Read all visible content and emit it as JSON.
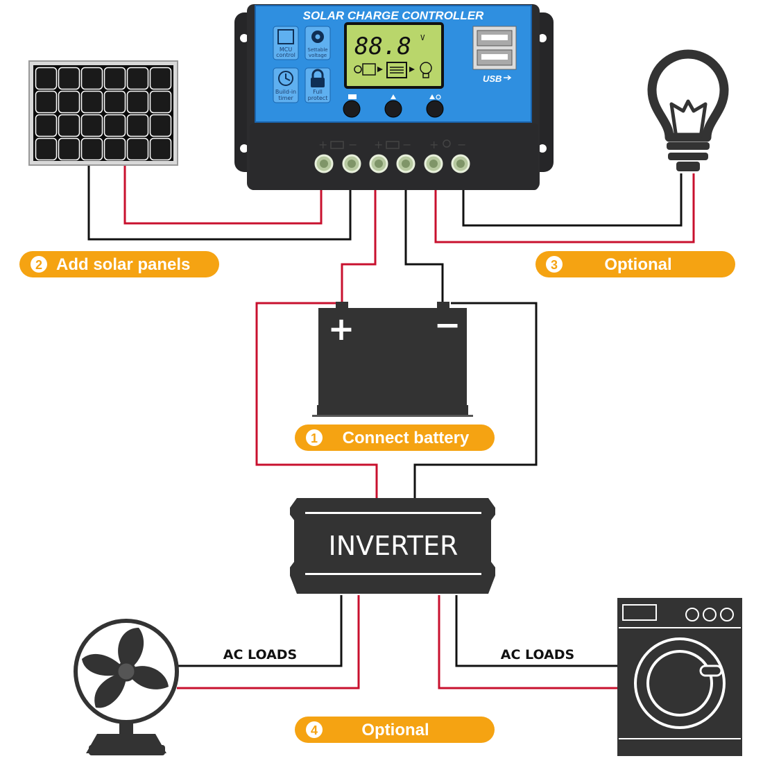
{
  "controller": {
    "title": "SOLAR CHARGE CONTROLLER",
    "display_value": "88.8",
    "display_unit": "V",
    "features": [
      {
        "icon": "chip-icon",
        "label_line1": "MCU",
        "label_line2": "control"
      },
      {
        "icon": "gear-icon",
        "label_line1": "Settable",
        "label_line2": "voltage"
      },
      {
        "icon": "clock-icon",
        "label_line1": "Build-in",
        "label_line2": "timer"
      },
      {
        "icon": "lock-icon",
        "label_line1": "Full",
        "label_line2": "protect"
      }
    ],
    "usb_label": "USB",
    "terminal_groups": [
      "solar",
      "battery",
      "load"
    ]
  },
  "steps": {
    "step1": {
      "number": "1",
      "label": "Connect battery"
    },
    "step2": {
      "number": "2",
      "label": "Add solar panels"
    },
    "step3": {
      "number": "3",
      "label": "Optional"
    },
    "step4": {
      "number": "4",
      "label": "Optional"
    }
  },
  "inverter": {
    "label": "INVERTER"
  },
  "loads": {
    "left_label": "AC LOADS",
    "right_label": "AC LOADS"
  },
  "battery": {
    "plus": "+",
    "minus": "−"
  },
  "colors": {
    "pill": "#f5a312",
    "wire_red": "#c8102e",
    "wire_black": "#111111",
    "controller_body": "#2c2c2e",
    "controller_panel": "#2f8fe0",
    "lcd": "#b9d66b",
    "device_dark": "#333333"
  }
}
